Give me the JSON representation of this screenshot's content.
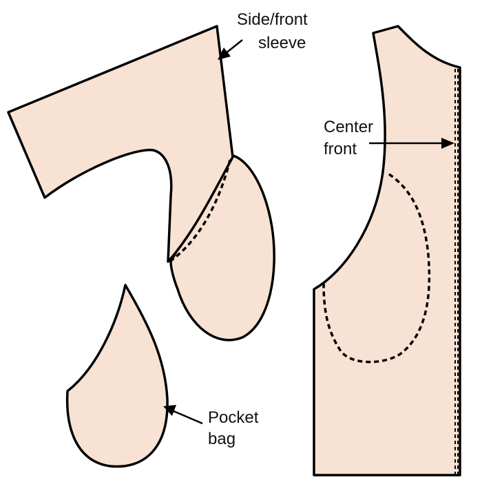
{
  "labels": {
    "side_front_sleeve": [
      "Side/front",
      "sleeve"
    ],
    "center_front": [
      "Center",
      "front"
    ],
    "pocket_bag": [
      "Pocket",
      "bag"
    ]
  },
  "colors": {
    "fabric_fill": "#f7e2d4",
    "outline": "#000000"
  }
}
